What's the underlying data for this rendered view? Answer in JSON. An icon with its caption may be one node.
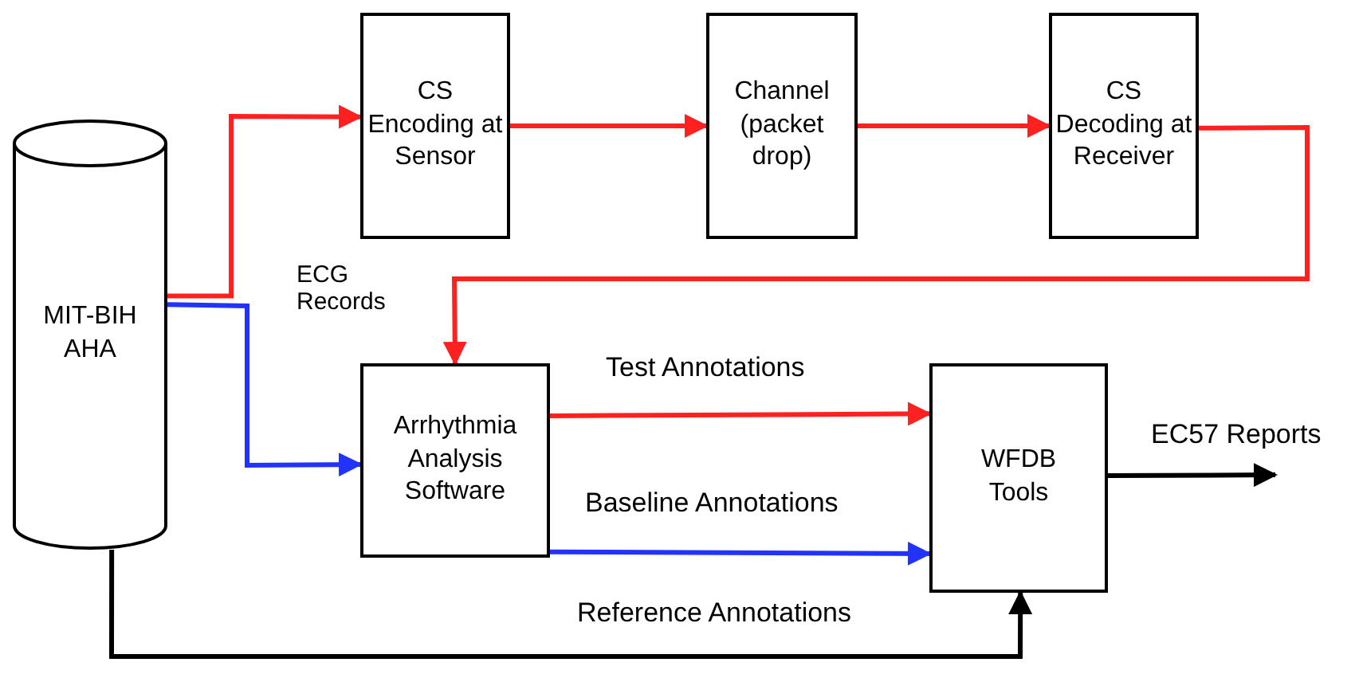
{
  "diagram": {
    "nodes": [
      {
        "text": [
          "MIT-BIH AHA"
        ]
      },
      {
        "text": [
          "CS Encoding at Sensor"
        ]
      },
      {
        "text": [
          "Channel (packet drop)"
        ]
      },
      {
        "text": [
          "CS Decoding at Receiver"
        ]
      },
      {
        "text": [
          "Arrhythmia Analysis Software"
        ]
      },
      {
        "text": [
          "WFDB Tools"
        ]
      }
    ],
    "edges": [
      {
        "from": 0,
        "to": 1,
        "arrow": "to"
      },
      {
        "from": 1,
        "to": 2,
        "arrow": "to"
      },
      {
        "from": 2,
        "to": 3,
        "arrow": "to"
      },
      {
        "from": 3,
        "to": 4,
        "arrow": "to"
      },
      {
        "from": 0,
        "to": 4,
        "arrow": "to",
        "color": "#2233ff"
      },
      {
        "from": 4,
        "to": 5,
        "label": "Test Annotations",
        "arrow": "to"
      },
      {
        "from": 4,
        "to": 5,
        "label": "Baseline Annotations",
        "arrow": "to",
        "color": "#2233ff"
      },
      {
        "from": 0,
        "to": 5,
        "label": "Reference Annotations",
        "arrow": "to",
        "color": "#000000"
      },
      {
        "from": 5,
        "to": null,
        "label": "EC57 Reports",
        "arrow": "to",
        "color": "#000000"
      }
    ],
    "labels": [
      "ECG Records"
    ]
  }
}
